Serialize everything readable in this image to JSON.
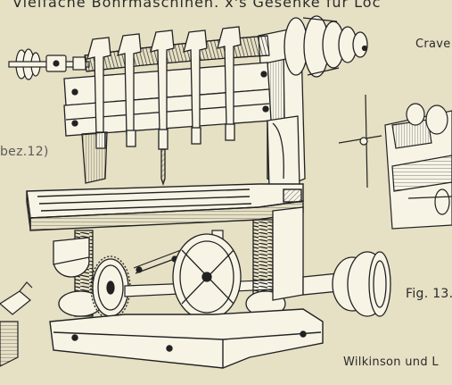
{
  "plate": {
    "header_text": "Vielfache Bohrmaschinen.                    x's Gesenke für Loc",
    "label_crave": "Crave",
    "label_bez": "bez.12)",
    "label_fig": "Fig. 13.",
    "label_wilkinson": "Wilkinson und L"
  },
  "colors": {
    "paper": "#e6e0c4",
    "ink": "#2a2a2a",
    "panel": "#f7f4e6"
  }
}
